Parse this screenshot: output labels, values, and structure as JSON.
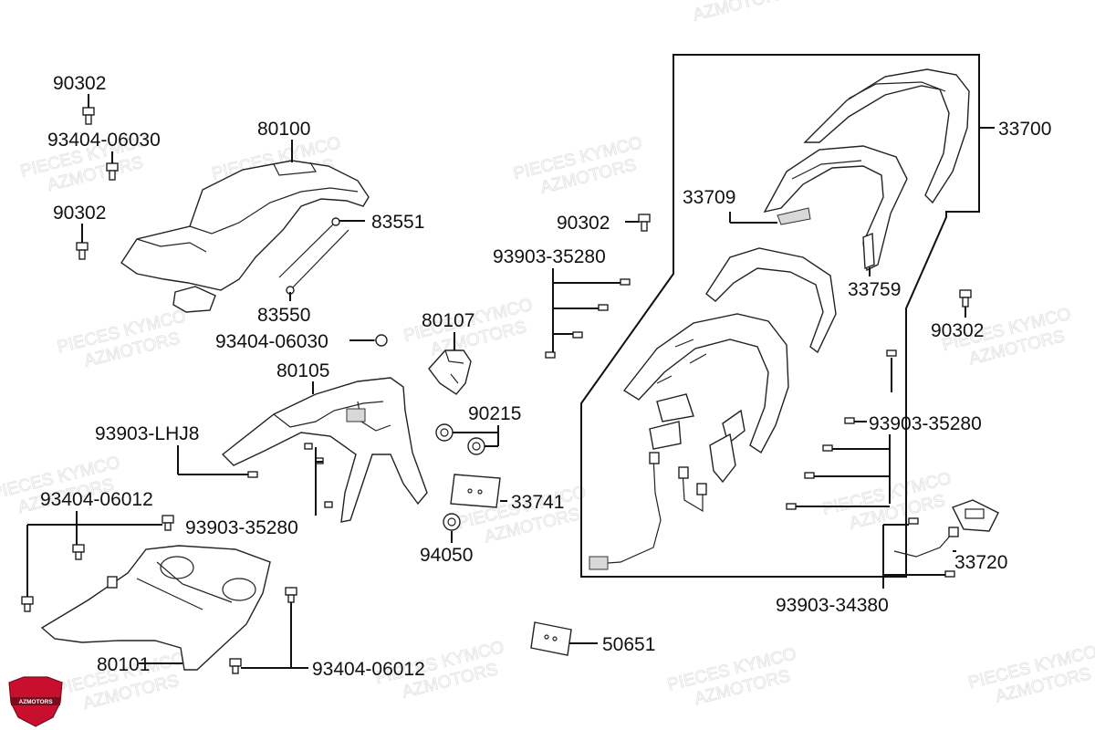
{
  "watermark": {
    "line1": "PIECES KYMCO",
    "line2": "AZMOTORS"
  },
  "logo": {
    "text": "AZMOTORS",
    "color": "#c8102e"
  },
  "labels": {
    "p90302_a": "90302",
    "p93404_06030_a": "93404-06030",
    "p90302_b": "90302",
    "p80100": "80100",
    "p83551": "83551",
    "p83550": "83550",
    "p93404_06030_b": "93404-06030",
    "p80107": "80107",
    "p80105": "80105",
    "p93903_LHJ8": "93903-LHJ8",
    "p90215": "90215",
    "p93404_06012_a": "93404-06012",
    "p93903_35280_a": "93903-35280",
    "p33741": "33741",
    "p94050": "94050",
    "p80101": "80101",
    "p93404_06012_b": "93404-06012",
    "p50651": "50651",
    "p90302_c": "90302",
    "p93903_35280_b": "93903-35280",
    "p33709": "33709",
    "p33700": "33700",
    "p33759": "33759",
    "p90302_d": "90302",
    "p93903_35280_c": "93903-35280",
    "p33720": "33720",
    "p93903_34380": "93903-34380"
  }
}
